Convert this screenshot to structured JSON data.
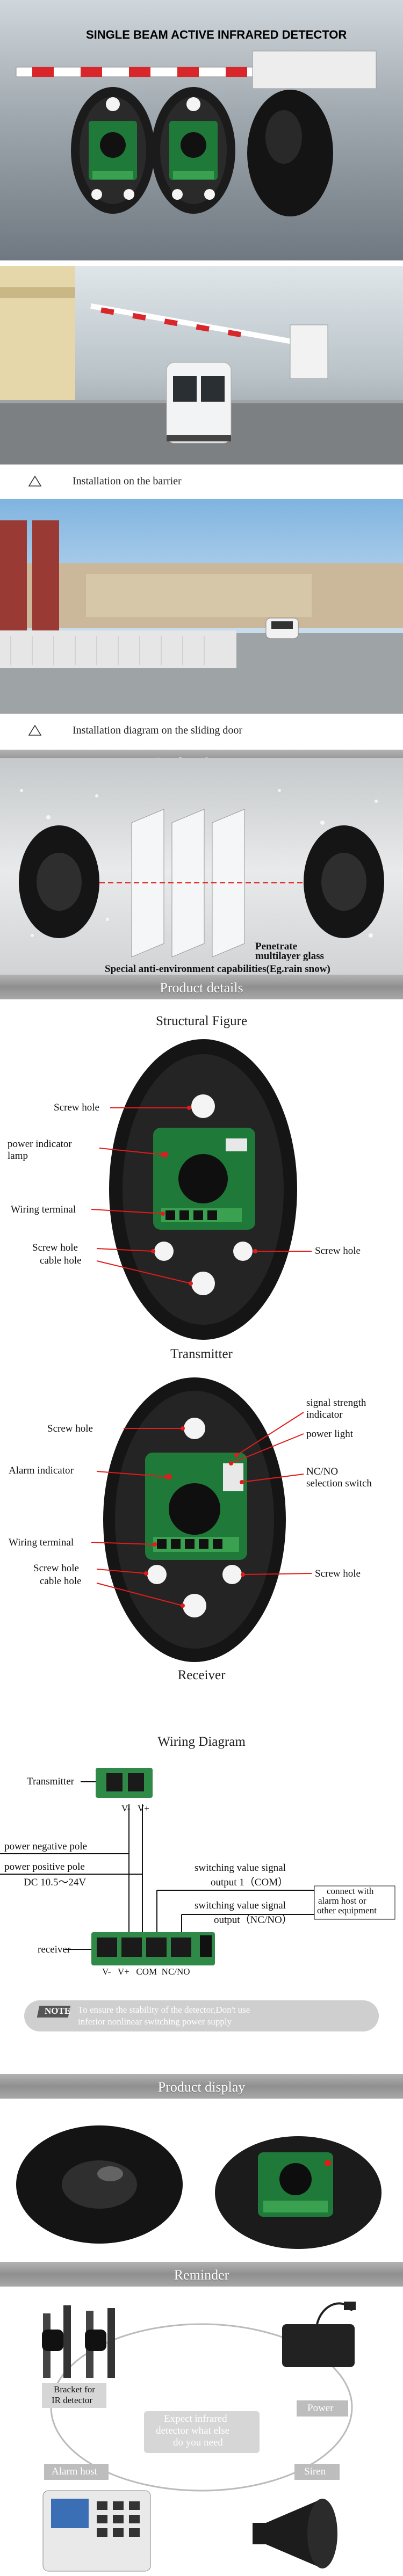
{
  "hero": {
    "title": "SINGLE BEAM ACTIVE INFRARED DETECTOR"
  },
  "install_barrier": {
    "caption": "Installation on the barrier"
  },
  "install_door": {
    "caption": "Installation diagram on the sliding door"
  },
  "sections": {
    "features": "Product features",
    "details": "Product details",
    "display": "Product display",
    "reminder": "Reminder"
  },
  "features": {
    "penetrate": "Penetrate multilayer glass",
    "penetrate_line1": "Penetrate",
    "penetrate_line2": "multilayer glass",
    "special": "Special anti-environment capabilities(Eg.rain snow)"
  },
  "structural": {
    "title": "Structural Figure",
    "transmitter": {
      "screw_hole_top": "Screw hole",
      "power_indicator": "power indicator lamp",
      "power_indicator_l1": "power indicator",
      "power_indicator_l2": "lamp",
      "wiring_terminal": "Wiring terminal",
      "screw_hole_left": "Screw hole",
      "cable_hole": "cable hole",
      "screw_hole_right": "Screw hole",
      "caption": "Transmitter"
    },
    "receiver": {
      "signal_strength": "signal strength indicator",
      "signal_l1": "signal strength",
      "signal_l2": "indicator",
      "screw_hole_top": "Screw hole",
      "power_light": "power light",
      "alarm_indicator": "Alarm indicator",
      "nc_no": "NC/NO selection switch",
      "nc_no_l1": "NC/NO",
      "nc_no_l2": "selection switch",
      "wiring_terminal": "Wiring terminal",
      "screw_hole_left": "Screw hole",
      "cable_hole": "cable hole",
      "screw_hole_right": "Screw hole",
      "caption": "Receiver"
    }
  },
  "wiring": {
    "title": "Wiring Diagram",
    "transmitter": "Transmitter",
    "v_minus": "V-",
    "v_plus": "V+",
    "power_negative": "power negative pole",
    "power_positive": "power positive pole",
    "dc": "DC 10.5～24V",
    "switch1_l1": "switching value signal",
    "switch1_l2": "output 1（COM）",
    "switch2_l1": "switching value signal",
    "switch2_l2": "output（NC/NO）",
    "connect_l1": "connect with",
    "connect_l2": "alarm host or",
    "connect_l3": "other equipment",
    "receiver": "receiver",
    "terminals": "V-   V+   COM  NC/NO",
    "note_badge": "NOTE",
    "note_l1": "To ensure the stability of the detector,Don't use",
    "note_l2": "inferior nonlinear switching power supply"
  },
  "reminder": {
    "bracket_l1": "Bracket for",
    "bracket_l2": "IR detector",
    "power": "Power",
    "expect_l1": "Expect infrared",
    "expect_l2": "detector what else",
    "expect_l3": "do you need",
    "alarm_host": "Alarm host",
    "siren": "Siren"
  },
  "colors": {
    "banner": "#9e9e9e",
    "pcb": "#1f7a3a",
    "red_line": "#e21b1b",
    "note_bg": "#c9c9c9"
  }
}
